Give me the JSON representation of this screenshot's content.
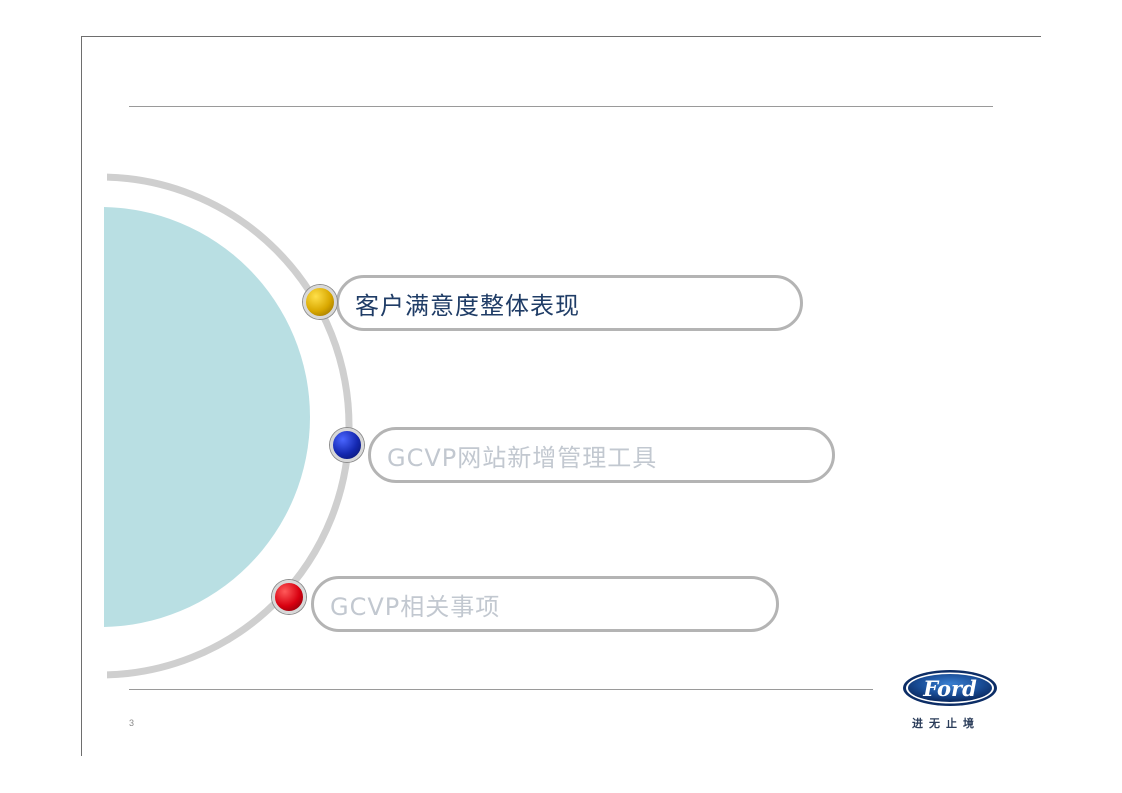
{
  "slide": {
    "page_number": "3",
    "agenda": [
      {
        "label": "客户满意度整体表现",
        "state": "active",
        "bullet_color": "#e0b000"
      },
      {
        "label": "GCVP网站新增管理工具",
        "state": "inactive",
        "bullet_color": "#1a2fb0"
      },
      {
        "label": "GCVP相关事项",
        "state": "inactive",
        "bullet_color": "#d80010"
      }
    ]
  },
  "brand": {
    "logo_text": "Ford",
    "slogan": "进无止境"
  },
  "colors": {
    "teal_circle": "#b9dfe3",
    "arc": "#c8c8c8",
    "active_text": "#1f3c66",
    "inactive_text": "#c2c8d0"
  }
}
